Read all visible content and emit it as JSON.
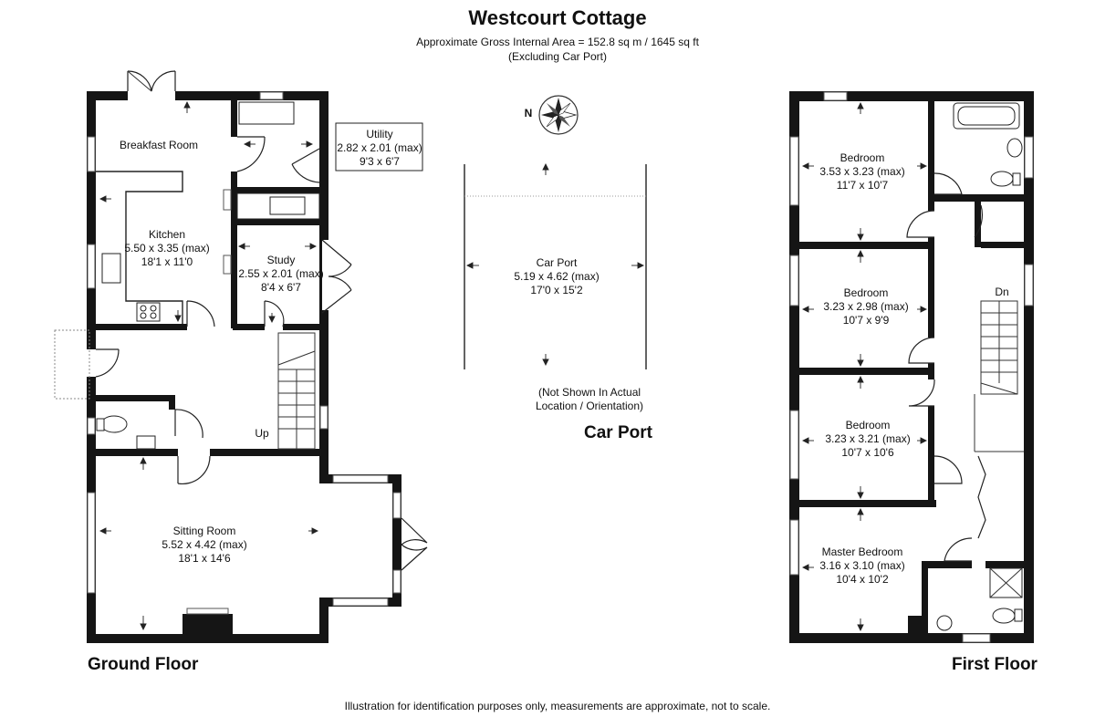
{
  "header": {
    "title": "Westcourt Cottage",
    "area": "Approximate Gross Internal Area = 152.8 sq m / 1645 sq ft",
    "note": "(Excluding Car Port)"
  },
  "compass": {
    "label": "N"
  },
  "ground_floor": {
    "label": "Ground Floor",
    "up_label": "Up",
    "rooms": {
      "breakfast": {
        "name": "Breakfast Room"
      },
      "kitchen": {
        "name": "Kitchen",
        "metric": "5.50 x 3.35 (max)",
        "imperial": "18'1 x 11'0"
      },
      "utility": {
        "name": "Utility",
        "metric": "2.82 x 2.01 (max)",
        "imperial": "9'3 x 6'7"
      },
      "study": {
        "name": "Study",
        "metric": "2.55 x 2.01 (max)",
        "imperial": "8'4 x 6'7"
      },
      "sitting": {
        "name": "Sitting Room",
        "metric": "5.52 x 4.42 (max)",
        "imperial": "18'1 x 14'6"
      }
    }
  },
  "car_port": {
    "label": "Car Port",
    "name": "Car Port",
    "metric": "5.19 x 4.62 (max)",
    "imperial": "17'0 x 15'2",
    "note_line1": "(Not Shown In Actual",
    "note_line2": "Location / Orientation)"
  },
  "first_floor": {
    "label": "First Floor",
    "down_label": "Dn",
    "rooms": {
      "bed1": {
        "name": "Bedroom",
        "metric": "3.53 x 3.23 (max)",
        "imperial": "11'7 x 10'7"
      },
      "bed2": {
        "name": "Bedroom",
        "metric": "3.23 x 2.98 (max)",
        "imperial": "10'7 x 9'9"
      },
      "bed3": {
        "name": "Bedroom",
        "metric": "3.23 x 3.21 (max)",
        "imperial": "10'7 x 10'6"
      },
      "master": {
        "name": "Master Bedroom",
        "metric": "3.16 x 3.10 (max)",
        "imperial": "10'4 x 10'2"
      }
    }
  },
  "footer": {
    "disclaimer": "Illustration for identification purposes only, measurements are approximate, not to scale."
  }
}
